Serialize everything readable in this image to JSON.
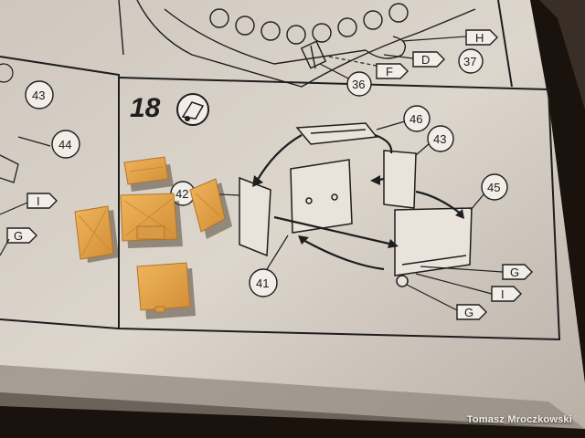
{
  "photo": {
    "credit": "Tomasz Mroczkowski"
  },
  "instruction_sheet": {
    "step_number": "18",
    "flag_labels_top": [
      "H",
      "D",
      "F"
    ],
    "flag_labels_left": [
      "I",
      "G"
    ],
    "flag_labels_right": [
      "G",
      "I",
      "G"
    ],
    "part_numbers_top": [
      "37",
      "36"
    ],
    "part_numbers_left": [
      "43",
      "44"
    ],
    "part_numbers_step": [
      "46",
      "43",
      "45",
      "42",
      "41"
    ]
  },
  "colors": {
    "paper": "#d9d2c9",
    "ink": "#1e1e1e",
    "plastic_parts": "#e3a44c",
    "background": "#1a120c"
  }
}
